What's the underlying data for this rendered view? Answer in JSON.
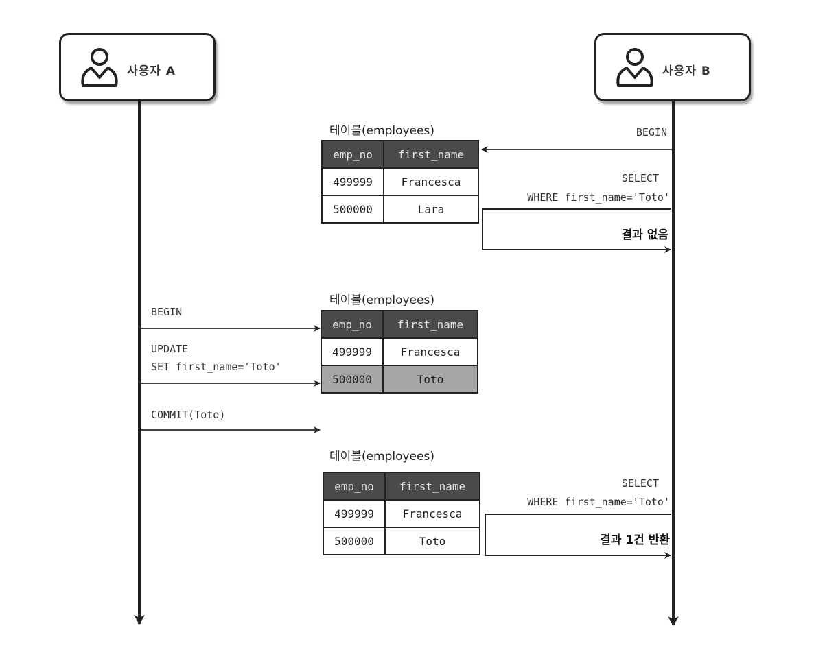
{
  "actors": {
    "a": {
      "label": "사용자 A",
      "icon": "user-icon"
    },
    "b": {
      "label": "사용자 B",
      "icon": "user-icon"
    }
  },
  "tables": [
    {
      "title": "테이블(employees)",
      "headers": [
        "emp_no",
        "first_name"
      ],
      "rows": [
        [
          "499999",
          "Francesca"
        ],
        [
          "500000",
          "Lara"
        ]
      ],
      "highlighted_row": null
    },
    {
      "title": "테이블(employees)",
      "headers": [
        "emp_no",
        "first_name"
      ],
      "rows": [
        [
          "499999",
          "Francesca"
        ],
        [
          "500000",
          "Toto"
        ]
      ],
      "highlighted_row": 1
    },
    {
      "title": "테이블(employees)",
      "headers": [
        "emp_no",
        "first_name"
      ],
      "rows": [
        [
          "499999",
          "Francesca"
        ],
        [
          "500000",
          "Toto"
        ]
      ],
      "highlighted_row": null
    }
  ],
  "messages": {
    "b_begin": "BEGIN",
    "b_select1_line1": "SELECT",
    "b_select1_line2": "WHERE first_name='Toto'",
    "b_result1": "결과 없음",
    "a_begin": "BEGIN",
    "a_update_line1": "UPDATE",
    "a_update_line2": "SET first_name='Toto'",
    "a_commit": "COMMIT(Toto)",
    "b_select2_line1": "SELECT",
    "b_select2_line2": "WHERE first_name='Toto'",
    "b_result2": "결과 1건 반환"
  },
  "colors": {
    "header_bg": "#4a4a4a",
    "highlight_bg": "#a6a6a6",
    "line": "#222222"
  }
}
